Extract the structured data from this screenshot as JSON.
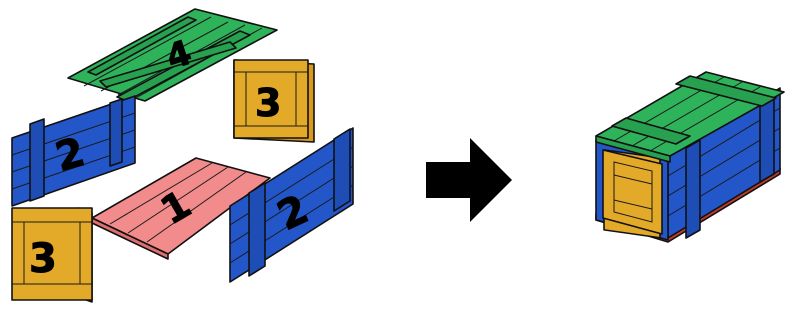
{
  "labels": {
    "lid": "4",
    "end_right": "3",
    "side_left": "2",
    "base": "1",
    "side_right": "2",
    "end_front": "3"
  },
  "colors": {
    "lid": "#2fb35a",
    "end": "#e3a928",
    "side": "#2357c9",
    "base": "#f28b8b",
    "arrow": "#000000",
    "assembled_base": "#c0392b"
  },
  "icons": {
    "arrow": "right-arrow-icon"
  }
}
